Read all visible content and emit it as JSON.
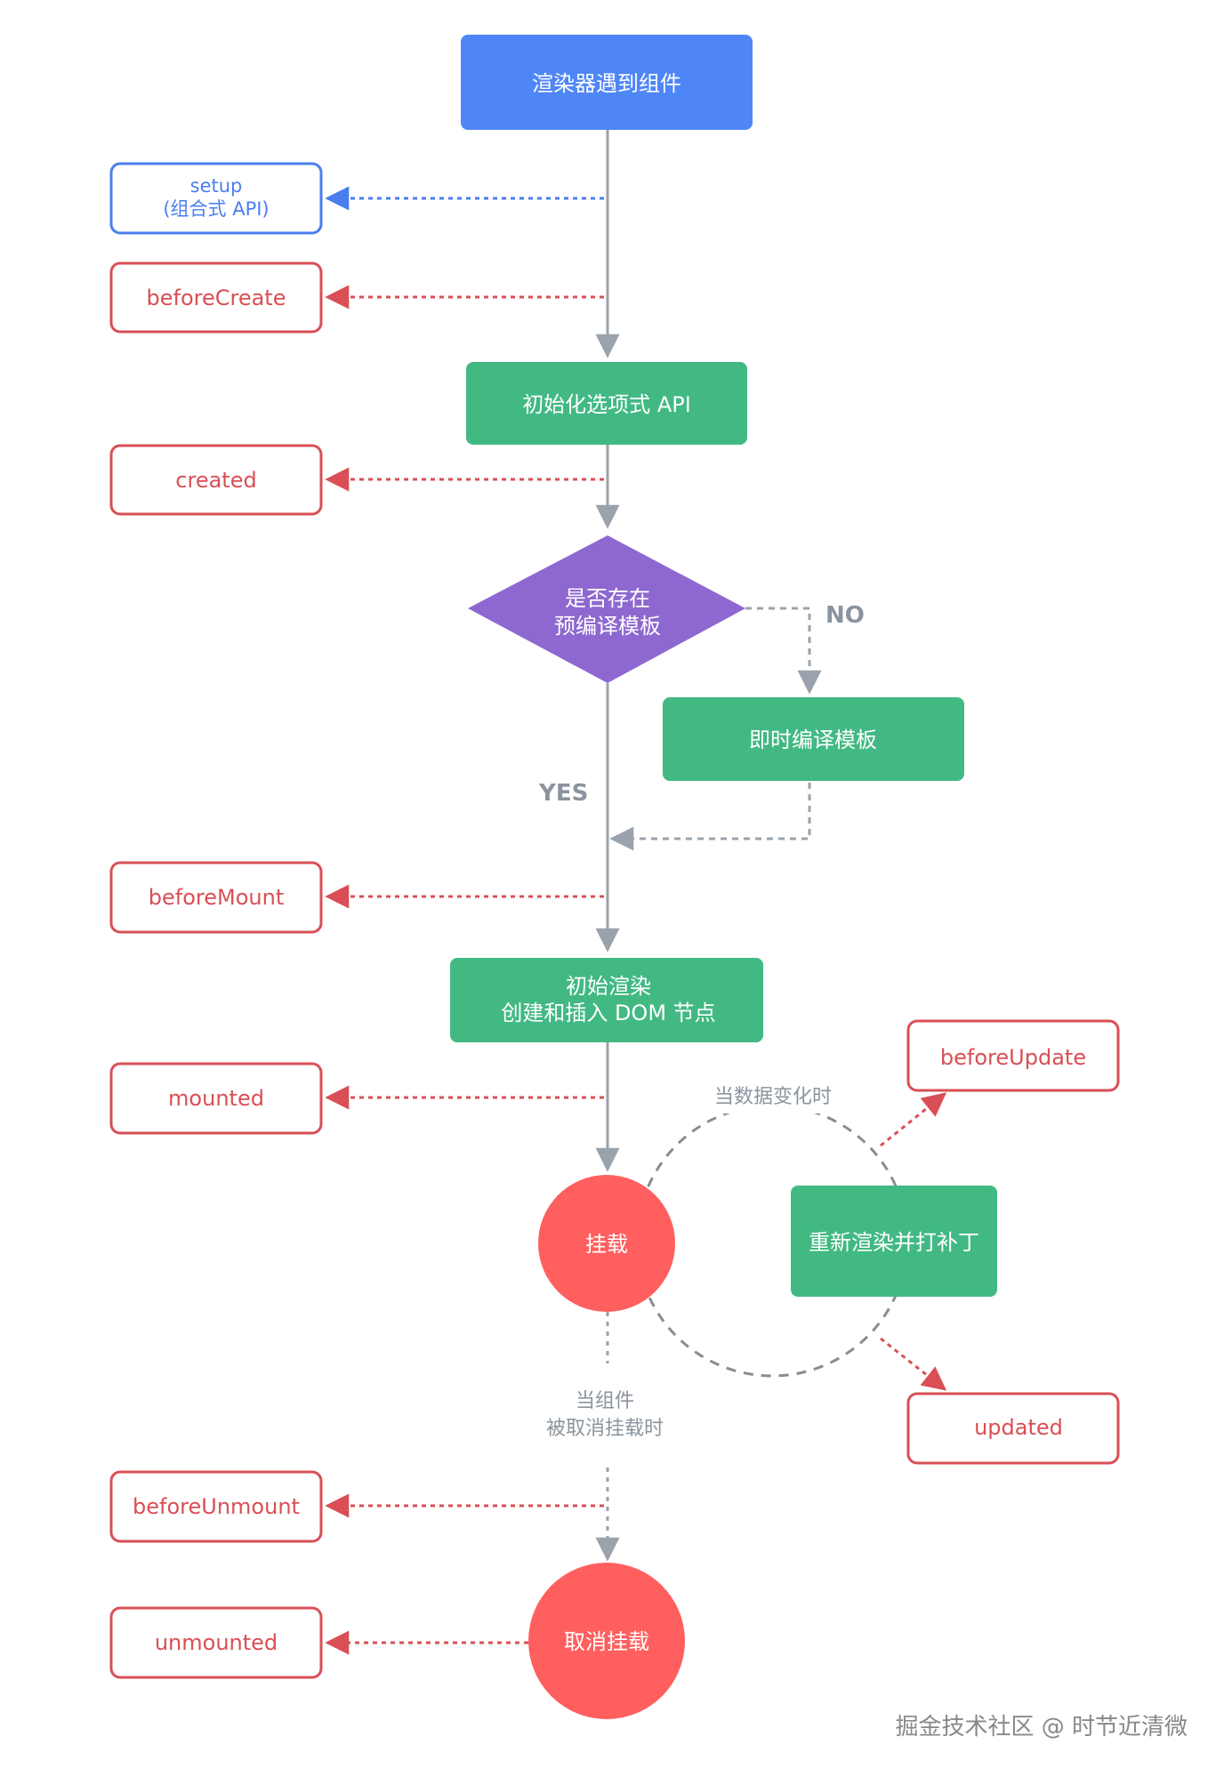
{
  "nodes": {
    "renderer": "渲染器遇到组件",
    "init_options": "初始化选项式 API",
    "has_template_line1": "是否存在",
    "has_template_line2": "预编译模板",
    "compile_template": "即时编译模板",
    "initial_render_line1": "初始渲染",
    "initial_render_line2": "创建和插入 DOM 节点",
    "mounted_state": "挂载",
    "rerender_patch": "重新渲染并打补丁",
    "unmounted_state": "取消挂载"
  },
  "hooks": {
    "setup_line1": "setup",
    "setup_line2": "(组合式 API)",
    "before_create": "beforeCreate",
    "created": "created",
    "before_mount": "beforeMount",
    "mounted": "mounted",
    "before_update": "beforeUpdate",
    "updated": "updated",
    "before_unmount": "beforeUnmount",
    "unmounted": "unmounted"
  },
  "labels": {
    "no": "NO",
    "yes": "YES",
    "on_data_change": "当数据变化时",
    "on_unmount_line1": "当组件",
    "on_unmount_line2": "被取消挂载时"
  },
  "watermark": "掘金技术社区 @ 时节近清微",
  "colors": {
    "blue_node": "#4f86f7",
    "green_node": "#42b983",
    "purple_node": "#8e68d0",
    "red_circle": "#ff5f5f",
    "hook_red": "#d94f55",
    "hook_blue": "#4a7ef0",
    "gray_line": "#9aa3ab"
  }
}
